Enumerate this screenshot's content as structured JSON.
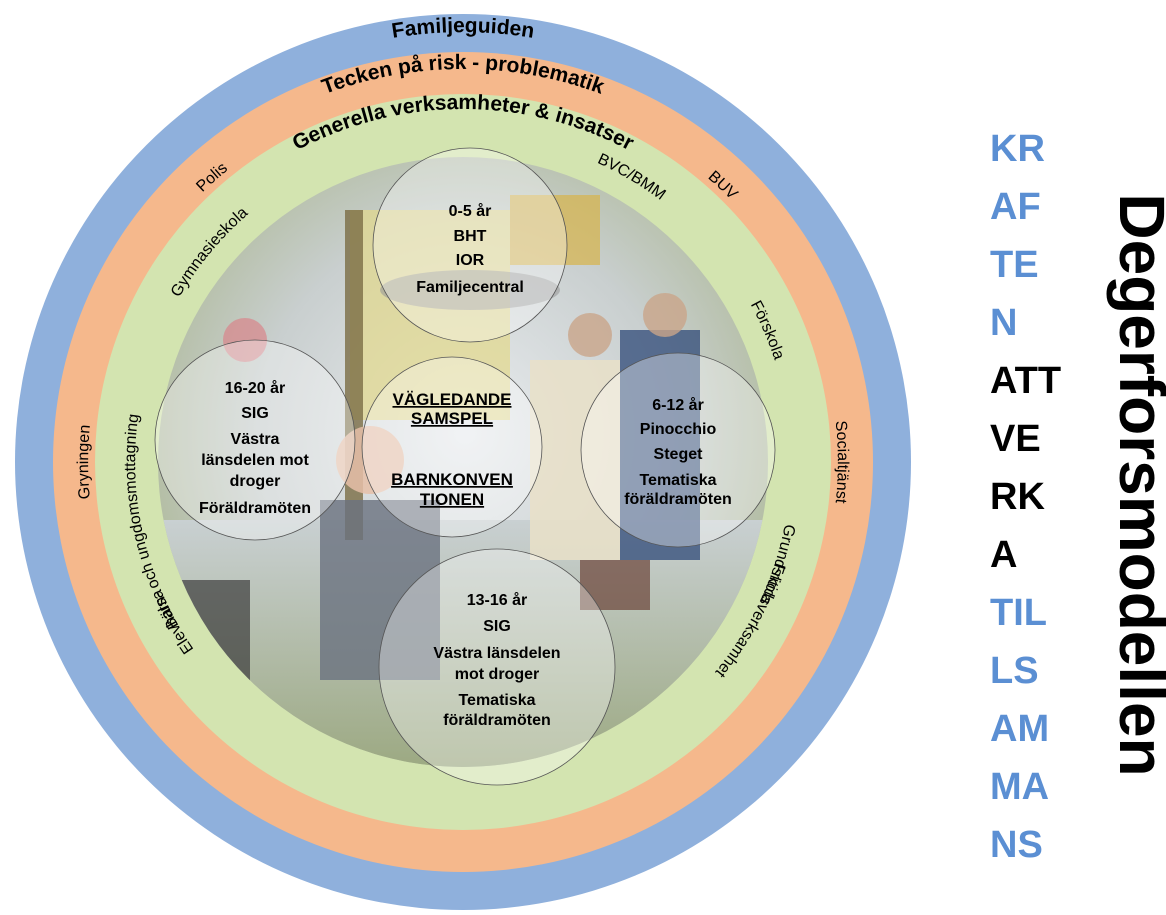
{
  "rings": {
    "outer_label": "Familjeguiden",
    "middle_label": "Tecken på risk - problematik",
    "inner_label": "Generella verksamheter & insatser"
  },
  "orange_ring_labels": {
    "polis": "Polis",
    "gryningen": "Gryningen",
    "buv": "BUV",
    "socialtjanst": "Socialtjänst"
  },
  "green_ring_labels": {
    "gymnasieskola": "Gymnasieskola",
    "barn_ungdom": "Barn- och ungdomsmottagning",
    "elevhalsa": "Elevhälsa",
    "bvc": "BVC/BMM",
    "forskola": "Förskola",
    "grundskola": "Grundskola",
    "fritid": "Fritidsverksamhet"
  },
  "age_groups": [
    {
      "lines": [
        "0-5 år",
        "BHT",
        "IOR",
        "Familjecentral"
      ]
    },
    {
      "lines": [
        "16-20 år",
        "SIG",
        "Västra",
        "länsdelen mot",
        "droger",
        "Föräldramöten"
      ]
    },
    {
      "lines": [
        "6-12 år",
        "Pinocchio",
        "Steget",
        "Tematiska",
        "föräldramöten"
      ]
    },
    {
      "lines": [
        "13-16 år",
        "SIG",
        "Västra länsdelen",
        "mot droger",
        "Tematiska",
        "föräldramöten"
      ]
    }
  ],
  "center": {
    "lines": [
      "VÄGLEDANDE",
      "SAMSPEL",
      "BARNKONVEN",
      "TIONEN"
    ]
  },
  "side_words": [
    {
      "text": "KR",
      "color": "blue"
    },
    {
      "text": "AF",
      "color": "blue"
    },
    {
      "text": "TE",
      "color": "blue"
    },
    {
      "text": "N",
      "color": "blue"
    },
    {
      "text": "ATT",
      "color": "black"
    },
    {
      "text": "VE",
      "color": "black"
    },
    {
      "text": "RK",
      "color": "black"
    },
    {
      "text": "A",
      "color": "black"
    },
    {
      "text": "TIL",
      "color": "blue"
    },
    {
      "text": "LS",
      "color": "blue"
    },
    {
      "text": "AM",
      "color": "blue"
    },
    {
      "text": "MA",
      "color": "blue"
    },
    {
      "text": "NS",
      "color": "blue"
    }
  ],
  "title": "Degerforsmodellen",
  "colors": {
    "outer_ring": "#8fb0dc",
    "middle_ring": "#f5b88c",
    "inner_ring": "#d3e4b0",
    "accent_blue": "#5b8fd3"
  }
}
